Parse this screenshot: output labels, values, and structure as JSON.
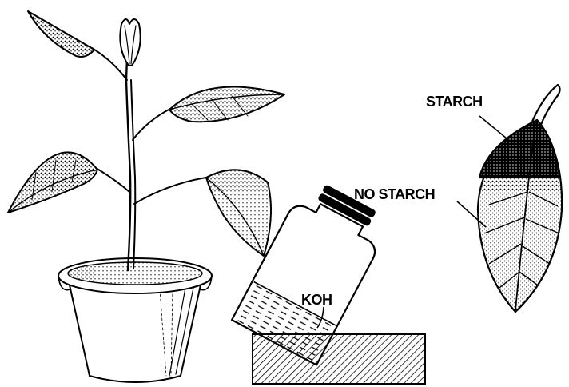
{
  "labels": {
    "starch": "STARCH",
    "no_starch": "NO STARCH",
    "koh": "KOH"
  },
  "colors": {
    "ink": "#000000",
    "background": "#ffffff"
  }
}
